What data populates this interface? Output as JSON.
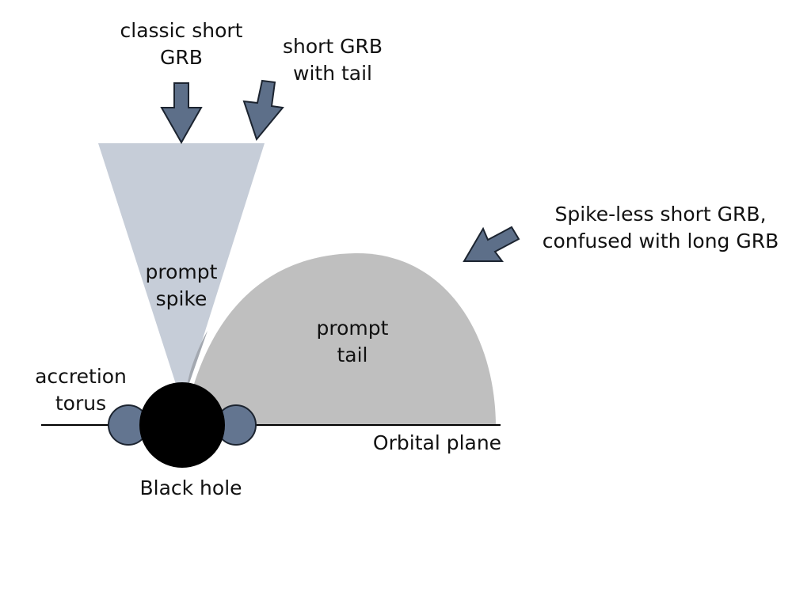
{
  "labels": {
    "classic_short_grb": [
      "classic short",
      "GRB"
    ],
    "short_grb_with_tail": [
      "short GRB",
      "with tail"
    ],
    "spike_less": [
      "Spike-less short GRB,",
      "confused with long GRB"
    ],
    "prompt_spike": [
      "prompt",
      "spike"
    ],
    "prompt_tail": [
      "prompt",
      "tail"
    ],
    "accretion_torus": [
      "accretion",
      "torus"
    ],
    "orbital_plane": "Orbital plane",
    "black_hole": "Black hole"
  },
  "colors": {
    "spike_cone": "#c3cad6",
    "tail_lobe": "#bfbfbf",
    "overlap": "#a3a8b0",
    "arrow_fill": "#5d6f89",
    "arrow_stroke": "#1c2430",
    "torus": "#637590",
    "black_hole": "#000000",
    "orbital_line": "#000000"
  }
}
